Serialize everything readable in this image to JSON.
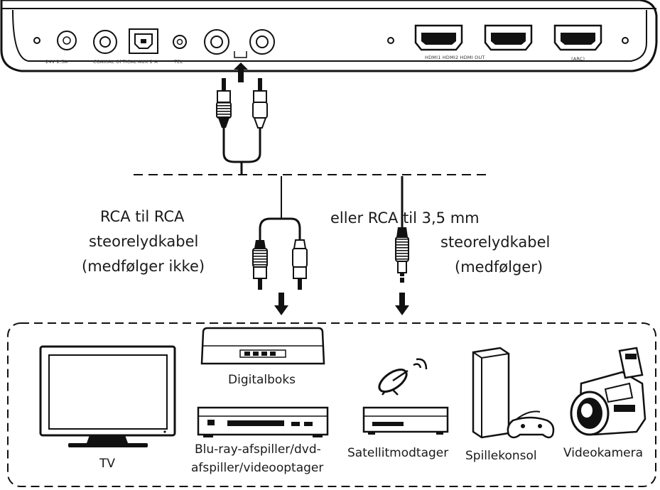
{
  "soundbar": {
    "power_label": "24V 2.5A",
    "inputs_label": "COAXIAL  OPTICAL  AUX 2  A",
    "usb_label": "TEL",
    "hdmi_label": "HDMI1  HDMI2  HDMI OUT",
    "arc_label": "(ARC)"
  },
  "cables": {
    "left": {
      "line1": "RCA til RCA",
      "line2": "steorelydkabel",
      "line3": "(medfølger ikke)"
    },
    "right": {
      "line1": "eller RCA til 3,5 mm",
      "line2": "steorelydkabel",
      "line3": "(medfølger)"
    }
  },
  "devices": {
    "tv": "TV",
    "digitalbox": "Digitalboks",
    "bluray_line1": "Blu-ray-afspiller/dvd-",
    "bluray_line2": "afspiller/videooptager",
    "satellite": "Satellitmodtager",
    "console": "Spillekonsol",
    "camera": "Videokamera"
  }
}
